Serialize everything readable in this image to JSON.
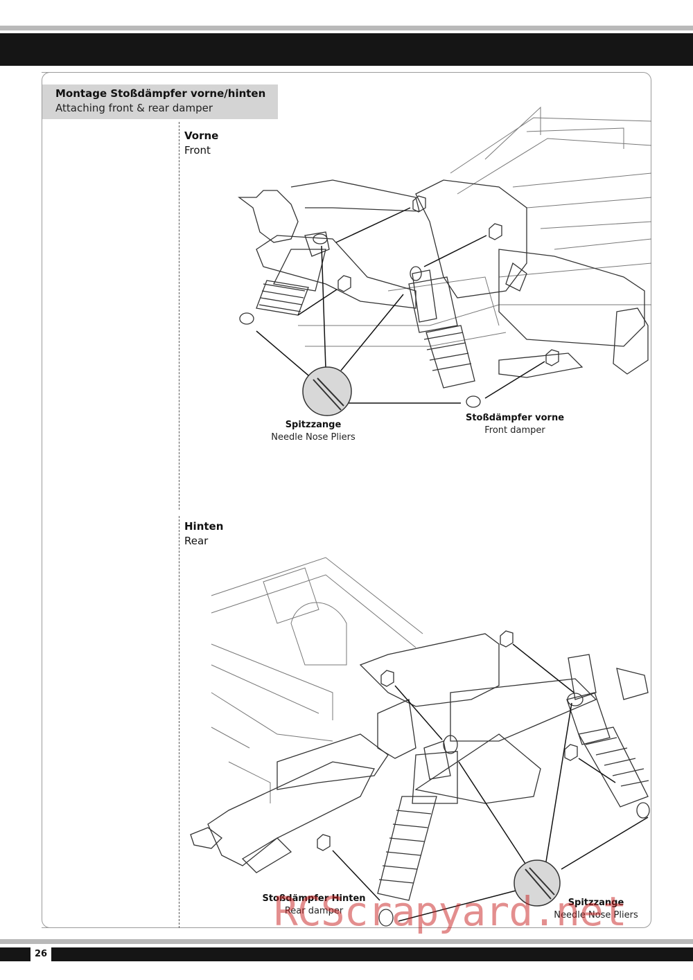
{
  "page_title": {
    "de": "Montage Stoßdämpfer vorne/hinten",
    "en": "Attaching front & rear damper"
  },
  "front_section": {
    "heading_de": "Vorne",
    "heading_en": "Front",
    "tool_label_de": "Spitzzange",
    "tool_label_en": "Needle Nose Pliers",
    "part_label_de": "Stoßdämpfer vorne",
    "part_label_en": "Front damper"
  },
  "rear_section": {
    "heading_de": "Hinten",
    "heading_en": "Rear",
    "part_label_de": "Stoßdämpfer Hinten",
    "part_label_en": "Rear damper",
    "tool_label_de": "Spitzzange",
    "tool_label_en": "Needle Nose Pliers"
  },
  "footer": {
    "page_number": "26"
  },
  "watermark": "RCScrapyard.net",
  "colors": {
    "header_bar": "#151515",
    "title_bg": "#d4d4d4",
    "accent_grey": "#b9b9b9",
    "watermark": "#c81e1e"
  },
  "icons": [
    "needle-nose-pliers-icon"
  ]
}
